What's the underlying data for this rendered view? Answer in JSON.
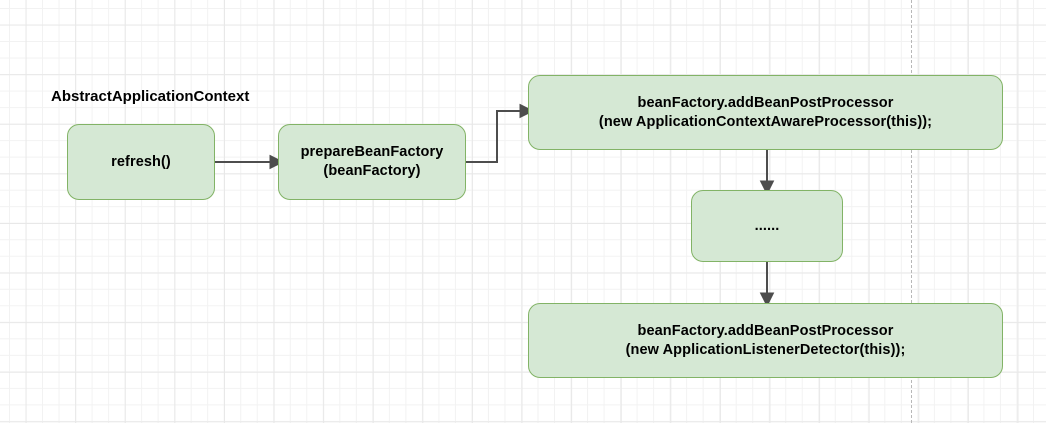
{
  "diagram": {
    "title_label": "AbstractApplicationContext",
    "colors": {
      "node_fill": "#d5e8d4",
      "node_stroke": "#82b366",
      "edge_stroke": "#4d4d4d",
      "grid_minor": "#f2f2f2",
      "grid_major": "#e8e8e8",
      "page_break": "#b8b8b8",
      "text": "#000000"
    },
    "nodes": [
      {
        "id": "refresh",
        "label": "refresh()"
      },
      {
        "id": "prepare-bean-factory",
        "label": "prepareBeanFactory\n(beanFactory)"
      },
      {
        "id": "add-application-context-aware-processor",
        "label": "beanFactory.addBeanPostProcessor\n(new ApplicationContextAwareProcessor(this));"
      },
      {
        "id": "ellipsis",
        "label": "......"
      },
      {
        "id": "add-application-listener-detector",
        "label": "beanFactory.addBeanPostProcessor\n(new ApplicationListenerDetector(this));"
      }
    ],
    "edges": [
      {
        "id": "refresh-to-prepare",
        "from": "refresh",
        "to": "prepare-bean-factory",
        "style": "straight-horizontal"
      },
      {
        "id": "prepare-to-aware-processor",
        "from": "prepare-bean-factory",
        "to": "add-application-context-aware-processor",
        "style": "elbow"
      },
      {
        "id": "aware-processor-to-ellipsis",
        "from": "add-application-context-aware-processor",
        "to": "ellipsis",
        "style": "straight-vertical"
      },
      {
        "id": "ellipsis-to-listener-detector",
        "from": "ellipsis",
        "to": "add-application-listener-detector",
        "style": "straight-vertical"
      }
    ]
  }
}
